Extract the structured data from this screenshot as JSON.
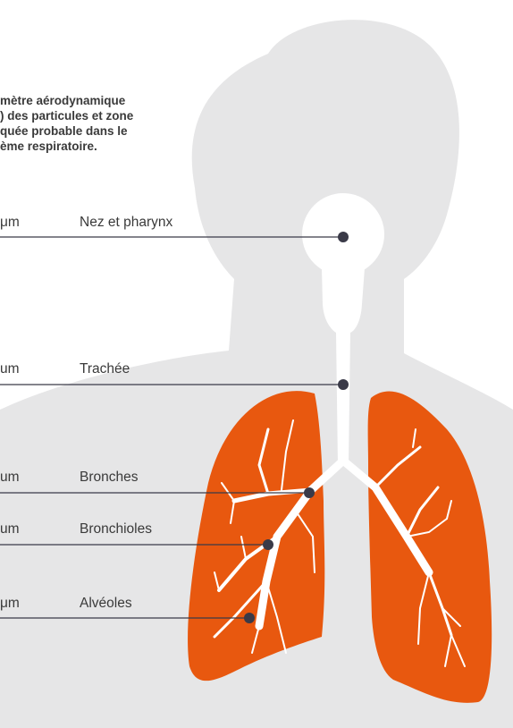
{
  "caption": "mètre aérodynamique\n) des particules et zone\nquée probable dans le\nème respiratoire.",
  "levels": [
    {
      "size": " μm",
      "name": "Nez et pharynx"
    },
    {
      "size": "um",
      "name": "Trachée"
    },
    {
      "size": "um",
      "name": "Bronches"
    },
    {
      "size": "um",
      "name": "Bronchioles"
    },
    {
      "size": " μm",
      "name": "Alvéoles"
    }
  ],
  "colors": {
    "body": "#e6e6e7",
    "lungs": "#e8580f",
    "airway": "#ffffff",
    "line": "#3a3a48",
    "text": "#3a3a3a"
  }
}
